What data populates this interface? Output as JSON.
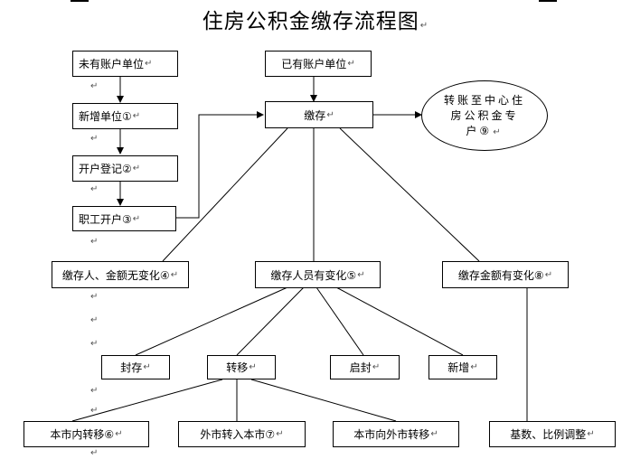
{
  "title": "住房公积金缴存流程图",
  "para_mark": "↵",
  "nodes": {
    "no_account": "未有账户单位",
    "has_account": "已有账户单位",
    "new_unit": "新增单位①",
    "open_register": "开户登记②",
    "staff_open": "职工开户③",
    "deposit": "缴存",
    "transfer_center": [
      "转账至中心住",
      "房公积金专",
      "户⑨"
    ],
    "no_change": "缴存人、金额无变化④",
    "staff_change": "缴存人员有变化⑤",
    "amount_change": "缴存金额有变化⑧",
    "seal": "封存",
    "transfer": "转移",
    "unseal": "启封",
    "add": "新增",
    "local_transfer": "本市内转移⑥",
    "in_transfer": "外市转入本市⑦",
    "out_transfer": "本市向外市转移",
    "base_adjust": "基数、比例调整"
  }
}
